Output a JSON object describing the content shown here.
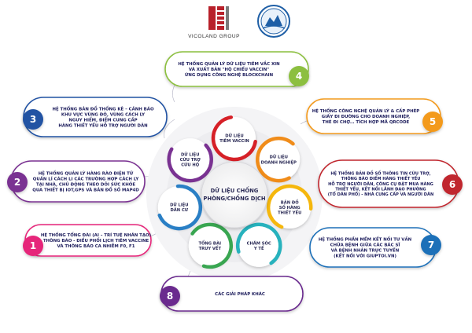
{
  "header": {
    "company_name": "VICOLAND GROUP",
    "colors": {
      "logo_red": "#b8202a",
      "seal_blue": "#1f5fa6"
    }
  },
  "center": {
    "lines": [
      "DỮ LIỆU CHỐNG",
      "PHÒNG/CHỐNG DỊCH"
    ]
  },
  "nodes": [
    {
      "lines": [
        "DỮ LIỆU",
        "TIÊM VACCIN"
      ],
      "color": "#d62027"
    },
    {
      "lines": [
        "DỮ LIỆU",
        "DOANH NGHIỆP"
      ],
      "color": "#f08c1a"
    },
    {
      "lines": [
        "BẢN ĐỒ",
        "SỐ HÀNG",
        "THIẾT YẾU"
      ],
      "color": "#f5b70d"
    },
    {
      "lines": [
        "CHĂM SÓC",
        "Y TẾ"
      ],
      "color": "#27b2bd"
    },
    {
      "lines": [
        "TỔNG ĐÀI",
        "TRUY VẾT"
      ],
      "color": "#39a651"
    },
    {
      "lines": [
        "DỮ LIỆU",
        "DÂN CƯ"
      ],
      "color": "#2a7fc5"
    },
    {
      "lines": [
        "DỮ LIỆU",
        "CỨU TRỢ",
        "CỨU HỘ"
      ],
      "color": "#7a3292"
    }
  ],
  "systems": [
    {
      "number": "1",
      "color": "#e6277a",
      "lines": [
        "HỆ THỐNG TỔNG ĐÀI (AI – TRÍ TUỆ NHÂN TẠO)",
        "THÔNG BÁO - ĐIỀU PHỐI LỊCH TIÊM VACCINE",
        "VÀ THÔNG BÁO CA NHIỄM F0, F1"
      ]
    },
    {
      "number": "2",
      "color": "#7a3292",
      "lines": [
        "HỆ THỐNG QUẢN LÝ HÀNG RÀO ĐIỆN TỬ",
        "QUẢN LÍ CÁCH LI CÁC TRƯỜNG HỢP CÁCH LY",
        "TẠI NHÀ, CHỦ ĐỘNG THEO DÕI SỨC KHỎE",
        "QUA THIẾT BỊ IOT,GPS VÀ BẢN ĐỒ SỐ MAP4D"
      ]
    },
    {
      "number": "3",
      "color": "#2152a3",
      "lines": [
        "HỆ THỐNG BẢN ĐỒ THỐNG KÊ – CẢNH BÁO",
        "KHU VỰC VÙNG ĐỎ, VÙNG CÁCH LY",
        "NGUY HIỂM, ĐIỂM CUNG CẤP",
        "HÀNG THIẾT YẾU HỖ TRỢ NGƯỜI DÂN"
      ]
    },
    {
      "number": "4",
      "color": "#8cbf3f",
      "lines": [
        "HỆ THỐNG QUẢN LÝ DỮ LIỆU TIÊM VẮC XIN",
        "VÀ XUẤT BẢN \"HỘ CHIẾU VACCIN\"",
        "ỨNG DỤNG CÔNG NGHỆ BLOCKCHAIN"
      ]
    },
    {
      "number": "5",
      "color": "#f39a1e",
      "lines": [
        "HỆ THỐNG CÔNG NGHỆ QUẢN LÝ & CẤP PHÉP",
        "GIẤY ĐI ĐƯỜNG CHO DOANH NGHIỆP,",
        "THẺ ĐI CHỢ… TÍCH HỢP MÃ QRCODE"
      ]
    },
    {
      "number": "6",
      "color": "#c0272d",
      "lines": [
        "HỆ THỐNG BẢN ĐỒ SỐ THÔNG TIN CỨU TRỢ,",
        "THÔNG BÁO ĐIỂM HÀNG THIẾT YẾU",
        "HỖ TRỢ NGƯỜI DÂN, CÔNG CỤ ĐẶT MUA HÀNG",
        "THIẾT YẾU, KẾT NỐI LÃNH ĐẠO PHƯỜNG",
        "(TỔ DÂN PHỐ) - NHÀ CUNG CẤP VÀ NGƯỜI DÂN"
      ]
    },
    {
      "number": "7",
      "color": "#1e6fb8",
      "lines": [
        "HỆ THỐNG PHẦN MỀM KẾT NỐI TƯ VẤN",
        "CHỮA BỆNH GIỮA CÁC BÁC SĨ",
        "VÀ BỆNH NHÂN TRỰC TUYẾN",
        "(KẾT NỐI VỚI GIUPTOI.VN)"
      ]
    },
    {
      "number": "8",
      "color": "#6a2c8e",
      "lines": [
        "CÁC GIẢI PHÁP KHÁC"
      ]
    }
  ]
}
